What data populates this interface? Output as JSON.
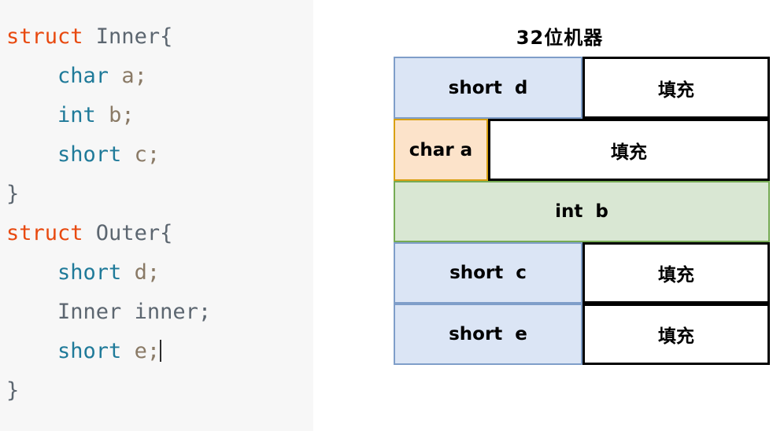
{
  "code": {
    "language": "c",
    "lines": [
      {
        "tokens": [
          {
            "t": "struct ",
            "c": "kw"
          },
          {
            "t": "Inner{",
            "c": "name"
          }
        ]
      },
      {
        "tokens": [
          {
            "t": "    ",
            "c": "plain"
          },
          {
            "t": "char",
            "c": "type"
          },
          {
            "t": " ",
            "c": "plain"
          },
          {
            "t": "a;",
            "c": "ident"
          }
        ]
      },
      {
        "tokens": [
          {
            "t": "    ",
            "c": "plain"
          },
          {
            "t": "int",
            "c": "type"
          },
          {
            "t": " ",
            "c": "plain"
          },
          {
            "t": "b;",
            "c": "ident"
          }
        ]
      },
      {
        "tokens": [
          {
            "t": "    ",
            "c": "plain"
          },
          {
            "t": "short",
            "c": "type"
          },
          {
            "t": " ",
            "c": "plain"
          },
          {
            "t": "c;",
            "c": "ident"
          }
        ]
      },
      {
        "tokens": [
          {
            "t": "}",
            "c": "name"
          }
        ]
      },
      {
        "tokens": [
          {
            "t": "struct ",
            "c": "kw"
          },
          {
            "t": "Outer{",
            "c": "name"
          }
        ]
      },
      {
        "tokens": [
          {
            "t": "    ",
            "c": "plain"
          },
          {
            "t": "short",
            "c": "type"
          },
          {
            "t": " ",
            "c": "plain"
          },
          {
            "t": "d;",
            "c": "ident"
          }
        ]
      },
      {
        "tokens": [
          {
            "t": "    ",
            "c": "plain"
          },
          {
            "t": "Inner",
            "c": "name"
          },
          {
            "t": " ",
            "c": "plain"
          },
          {
            "t": "inner;",
            "c": "name"
          }
        ]
      },
      {
        "tokens": [
          {
            "t": "    ",
            "c": "plain"
          },
          {
            "t": "short",
            "c": "type"
          },
          {
            "t": " ",
            "c": "plain"
          },
          {
            "t": "e;",
            "c": "ident"
          }
        ],
        "caret": true
      },
      {
        "tokens": [
          {
            "t": "}",
            "c": "name"
          }
        ]
      }
    ],
    "panel_background": "#f7f7f7",
    "colors": {
      "keyword": "#e8490f",
      "type": "#1f7a99",
      "identifier": "#8a7a66",
      "name": "#5c6670"
    }
  },
  "memory_layout": {
    "title": "32位机器",
    "padding_label": "填充",
    "colors": {
      "field_blue_fill": "#dbe5f5",
      "field_blue_border": "#7f9ec9",
      "field_orange_fill": "#fce3ca",
      "field_orange_border": "#d8a012",
      "field_green_fill": "#d9e7d3",
      "field_green_border": "#76ab54",
      "padding_fill": "#ffffff",
      "padding_border": "#000000"
    },
    "rows": [
      {
        "field": {
          "label": "short  d",
          "color": "blue",
          "width": "half"
        },
        "padding": {
          "label": "填充",
          "width": "rest"
        },
        "height": "tall"
      },
      {
        "field": {
          "label": "char a",
          "color": "orange",
          "width": "small"
        },
        "padding": {
          "label": "填充",
          "width": "big"
        },
        "height": "tall"
      },
      {
        "field": {
          "label": "int  b",
          "color": "green",
          "width": "full"
        },
        "padding": null,
        "height": "mid"
      },
      {
        "field": {
          "label": "short  c",
          "color": "blue",
          "width": "half"
        },
        "padding": {
          "label": "填充",
          "width": "rest"
        },
        "height": "mid"
      },
      {
        "field": {
          "label": "short  e",
          "color": "blue",
          "width": "half"
        },
        "padding": {
          "label": "填充",
          "width": "rest"
        },
        "height": "mid"
      }
    ]
  }
}
